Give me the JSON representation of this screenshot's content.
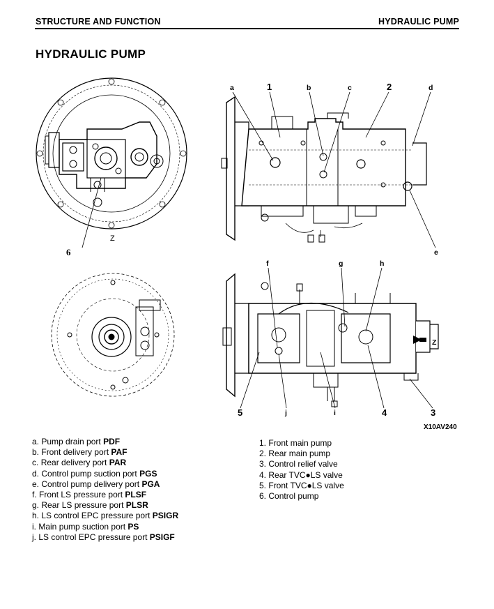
{
  "header": {
    "section": "STRUCTURE AND FUNCTION",
    "topic": "HYDRAULIC PUMP"
  },
  "page_title": "HYDRAULIC PUMP",
  "figure": {
    "code": "X10AV240",
    "view_label": "Z",
    "arrow_label": "Z",
    "callouts": {
      "a": "a",
      "b": "b",
      "c": "c",
      "d": "d",
      "e": "e",
      "f": "f",
      "g": "g",
      "h": "h",
      "i": "i",
      "j": "j",
      "n1": "1",
      "n2": "2",
      "n3": "3",
      "n4": "4",
      "n5": "5",
      "n6": "6"
    }
  },
  "ports": [
    {
      "key": "a.",
      "text": "Pump drain port ",
      "code": "PDF"
    },
    {
      "key": "b.",
      "text": "Front delivery port ",
      "code": "PAF"
    },
    {
      "key": "c.",
      "text": "Rear delivery port ",
      "code": "PAR"
    },
    {
      "key": "d.",
      "text": "Control pump suction port ",
      "code": "PGS"
    },
    {
      "key": "e.",
      "text": "Control pump delivery port ",
      "code": "PGA"
    },
    {
      "key": "f.",
      "text": "Front LS pressure port ",
      "code": "PLSF"
    },
    {
      "key": "g.",
      "text": "Rear LS pressure port ",
      "code": "PLSR"
    },
    {
      "key": "h.",
      "text": "LS control EPC pressure port ",
      "code": "PSIGR"
    },
    {
      "key": "i.",
      "text": "Main pump suction port ",
      "code": "PS"
    },
    {
      "key": "j.",
      "text": "LS control EPC pressure port ",
      "code": "PSIGF"
    }
  ],
  "components": [
    {
      "key": "1.",
      "text": "Front main pump"
    },
    {
      "key": "2.",
      "text": "Rear main pump"
    },
    {
      "key": "3.",
      "text": "Control relief valve"
    },
    {
      "key": "4.",
      "text": "Rear TVC●LS valve"
    },
    {
      "key": "5.",
      "text": "Front TVC●LS valve"
    },
    {
      "key": "6.",
      "text": "Control pump"
    }
  ]
}
